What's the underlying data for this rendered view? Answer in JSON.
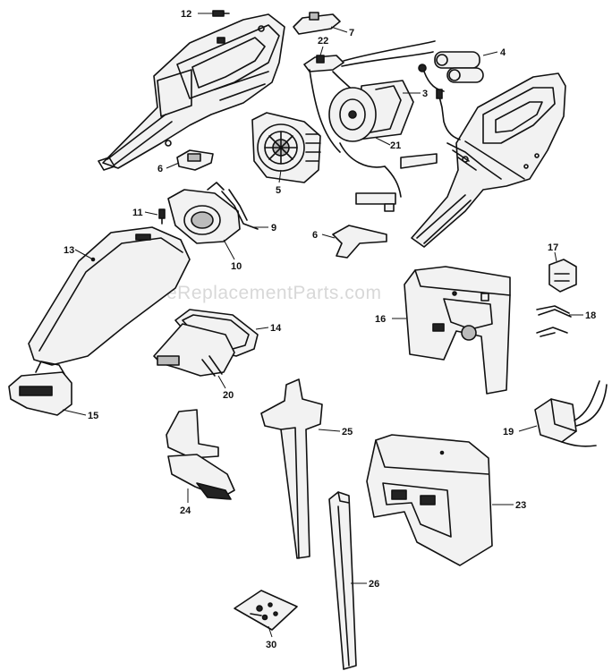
{
  "watermark": "eReplacementParts.com",
  "callouts": {
    "p3": "3",
    "p4": "4",
    "p5": "5",
    "p6a": "6",
    "p6b": "6",
    "p7": "7",
    "p9": "9",
    "p10": "10",
    "p11": "11",
    "p12": "12",
    "p13": "13",
    "p14": "14",
    "p15": "15",
    "p16": "16",
    "p17": "17",
    "p18": "18",
    "p19": "19",
    "p20": "20",
    "p21": "21",
    "p22": "22",
    "p23": "23",
    "p24": "24",
    "p25": "25",
    "p26": "26",
    "p30": "30"
  }
}
